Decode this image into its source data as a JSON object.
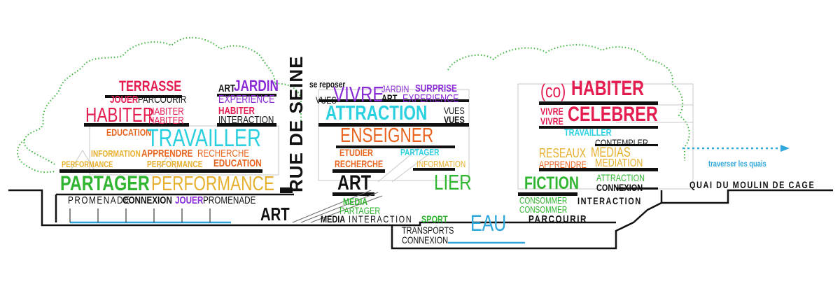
{
  "colors": {
    "red": "#e31b4f",
    "purple": "#8a2bd6",
    "orange": "#e8641e",
    "cyan": "#2bd0e0",
    "green": "#2fb52f",
    "yellow": "#e6b02e",
    "black": "#111111",
    "blue": "#2ea8dc",
    "tree": "#3cb43c"
  },
  "street": "RUE DE SEINE",
  "quay": "QUAI DU MOULIN DE CAGE",
  "arrow_label": "traverser les quais",
  "words": {
    "terrasse": "TERRASSE",
    "jouer_1": "JOUER",
    "parcourir_1": "PARCOURIR",
    "habiter_1": "HABITER",
    "habiter_2": "HABITER",
    "habiter_3": "HABITER",
    "education_1": "EDUCATION",
    "travailler_1": "TRAVAILLER",
    "information_1": "INFORMATION",
    "apprendre_1": "APPRENDRE",
    "recherche_1": "RECHERCHE",
    "performance_1": "PERFORMANCE",
    "performance_2": "PERFORMANCE",
    "education_2": "EDUCATION",
    "partager_1": "PARTAGER",
    "performance_3": "PERFORMANCE",
    "promenade_1": "PROMENADE",
    "connexion_1": "CONNEXION",
    "jouer_2": "JOUER",
    "promenade_2": "PROMENADE",
    "art_1": "ART",
    "jardin": "JARDIN",
    "experience_1": "EXPERIENCE",
    "habiter_4": "HABITER",
    "interaction_1": "INTERACTION",
    "se_reposer": "se reposer",
    "vues_1": "VUES",
    "vivre_1": "VIVRE",
    "jardin_2": "JARDIN",
    "art_2": "ART",
    "surprise": "SURPRISE",
    "experience_2": "EXPERIENCE",
    "attraction_1": "ATTRACTION",
    "vues_2": "VUES",
    "vues_3": "VUES",
    "enseigner": "ENSEIGNER",
    "etudier": "ETUDIER",
    "recherche_2": "RECHERCHE",
    "partager_2": "PARTAGER",
    "information_2": "INFORMATION",
    "art_3": "ART",
    "lier": "LIER",
    "media_1": "MEDIA",
    "partager_3": "PARTAGER",
    "art_4": "ART",
    "media_2": "MEDIA",
    "interaction_2": "INTERACTION",
    "sport": "SPORT",
    "transports": "TRANSPORTS",
    "connexion_2": "CONNEXION",
    "eau": "EAU",
    "co_d": "(co)",
    "habiter_5": "HABITER",
    "vivre_2": "VIVRE",
    "vivre_3": "VIVRE",
    "celebrer": "CELEBRER",
    "travailler_2": "TRAVAILLER",
    "contempler": "CONTEMPLER",
    "reseaux": "RESEAUX",
    "medias": "MEDIAS",
    "apprendre_2": "APPRENDRE",
    "mediation": "MEDIATION",
    "attraction_2": "ATTRACTION",
    "connexion_3": "CONNEXION",
    "fiction": "FICTION",
    "consommer_1": "CONSOMMER",
    "consommer_2": "CONSOMMER",
    "interaction_3": "INTERACTION",
    "parcourir_2": "PARCOURIR"
  }
}
